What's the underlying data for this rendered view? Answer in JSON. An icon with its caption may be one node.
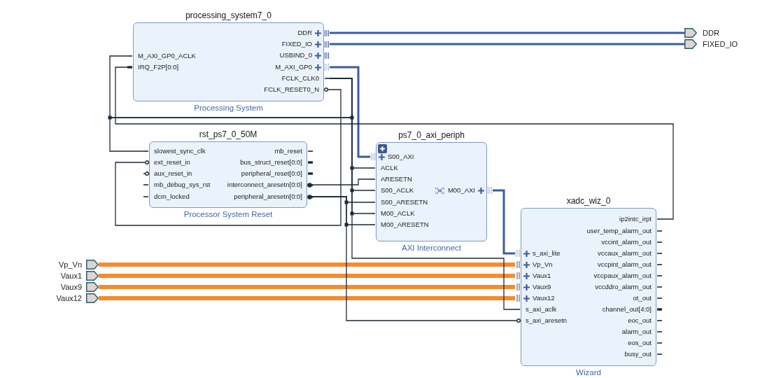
{
  "diagram": {
    "nodes": [
      {
        "text": [
          "processing_system7_0",
          "Processing System"
        ]
      },
      {
        "text": [
          "M_AXI_GP0_ACLK"
        ],
        "in": 0
      },
      {
        "text": [
          "IRQ_F2P[0:0]"
        ],
        "in": 0
      },
      {
        "text": [
          "DDR"
        ],
        "in": 0
      },
      {
        "text": [
          "FIXED_IO"
        ],
        "in": 0
      },
      {
        "text": [
          "M_AXI_GP0"
        ],
        "in": 0
      },
      {
        "text": [
          "FCLK_CLK0"
        ],
        "in": 0
      },
      {
        "text": [
          "FCLK_RESET0_N"
        ],
        "in": 0
      },
      {
        "text": [
          "DDR"
        ]
      },
      {
        "text": [
          "FIXED_IO"
        ]
      },
      {
        "text": [
          "rst_ps7_0_50M",
          "Processor System Reset"
        ]
      },
      {
        "text": [
          "slowest_sync_clk"
        ],
        "in": 10
      },
      {
        "text": [
          "ext_reset_in"
        ],
        "in": 10
      },
      {
        "text": [
          "interconnect_aresetn[0:0]"
        ],
        "in": 10
      },
      {
        "text": [
          "peripheral_aresetn[0:0]"
        ],
        "in": 10
      },
      {
        "text": [
          "ps7_0_axi_periph",
          "AXI Interconnect"
        ]
      },
      {
        "text": [
          "S00_AXI"
        ],
        "in": 15
      },
      {
        "text": [
          "ACLK"
        ],
        "in": 15
      },
      {
        "text": [
          "ARESETN"
        ],
        "in": 15
      },
      {
        "text": [
          "S00_ACLK"
        ],
        "in": 15
      },
      {
        "text": [
          "M00_AXI"
        ],
        "in": 15
      },
      {
        "text": [
          "S00_ARESETN"
        ],
        "in": 15
      },
      {
        "text": [
          "M00_ACLK"
        ],
        "in": 15
      },
      {
        "text": [
          "M00_ARESETN"
        ],
        "in": 15
      },
      {
        "text": [
          "xadc_wiz_0",
          "Wizard"
        ]
      },
      {
        "text": [
          "ip2intc_irpt"
        ],
        "in": 24
      },
      {
        "text": [
          "s_axi_lite"
        ],
        "in": 24
      },
      {
        "text": [
          "Vp_Vn"
        ],
        "in": 24
      },
      {
        "text": [
          "Vaux1"
        ],
        "in": 24
      },
      {
        "text": [
          "Vaux9"
        ],
        "in": 24
      },
      {
        "text": [
          "Vaux12"
        ],
        "in": 24
      },
      {
        "text": [
          "s_axi_aclk"
        ],
        "in": 24
      },
      {
        "text": [
          "s_axi_aresetn"
        ],
        "in": 24
      },
      {
        "text": [
          "Vp_Vn"
        ]
      },
      {
        "text": [
          "Vaux1"
        ]
      },
      {
        "text": [
          "Vaux9"
        ]
      },
      {
        "text": [
          "Vaux12"
        ]
      }
    ],
    "edges": [
      {
        "from": 3,
        "to": 8,
        "arrow": "none",
        "style": "thick",
        "color": "#3d5d9e"
      },
      {
        "from": 4,
        "to": 9,
        "arrow": "none",
        "style": "thick",
        "color": "#3d5d9e"
      },
      {
        "from": 5,
        "to": 16,
        "arrow": "none",
        "style": "thick",
        "color": "#3d5d9e"
      },
      {
        "from": 20,
        "to": 26,
        "arrow": "none",
        "style": "thick",
        "color": "#3d5d9e"
      },
      {
        "from": 33,
        "to": 27,
        "arrow": "none",
        "style": "thick",
        "color": "#f78b2c"
      },
      {
        "from": 34,
        "to": 28,
        "arrow": "none",
        "style": "thick",
        "color": "#f78b2c"
      },
      {
        "from": 35,
        "to": 29,
        "arrow": "none",
        "style": "thick",
        "color": "#f78b2c"
      },
      {
        "from": 36,
        "to": 30,
        "arrow": "none",
        "style": "thick",
        "color": "#f78b2c"
      },
      {
        "from": 6,
        "to": 1,
        "arrow": "none"
      },
      {
        "from": 6,
        "to": 11,
        "arrow": "none"
      },
      {
        "from": 6,
        "to": 17,
        "arrow": "none"
      },
      {
        "from": 6,
        "to": 19,
        "arrow": "none"
      },
      {
        "from": 6,
        "to": 22,
        "arrow": "none"
      },
      {
        "from": 6,
        "to": 31,
        "arrow": "none"
      },
      {
        "from": 7,
        "to": 12,
        "arrow": "none"
      },
      {
        "from": 13,
        "to": 18,
        "arrow": "none"
      },
      {
        "from": 14,
        "to": 21,
        "arrow": "none"
      },
      {
        "from": 14,
        "to": 23,
        "arrow": "none"
      },
      {
        "from": 14,
        "to": 32,
        "arrow": "none"
      },
      {
        "from": 25,
        "to": 2,
        "arrow": "none"
      }
    ],
    "labels": [
      "USBIND_0",
      "mb_reset",
      "bus_struct_reset[0:0]",
      "aux_reset_in",
      "peripheral_reset[0:0]",
      "mb_debug_sys_rst",
      "dcm_locked",
      "user_temp_alarm_out",
      "vccint_alarm_out",
      "vccaux_alarm_out",
      "vccpint_alarm_out",
      "vccpaux_alarm_out",
      "vccddro_alarm_out",
      "ot_out",
      "channel_out[4:0]",
      "eoc_out",
      "alarm_out",
      "eos_out",
      "busy_out"
    ]
  }
}
